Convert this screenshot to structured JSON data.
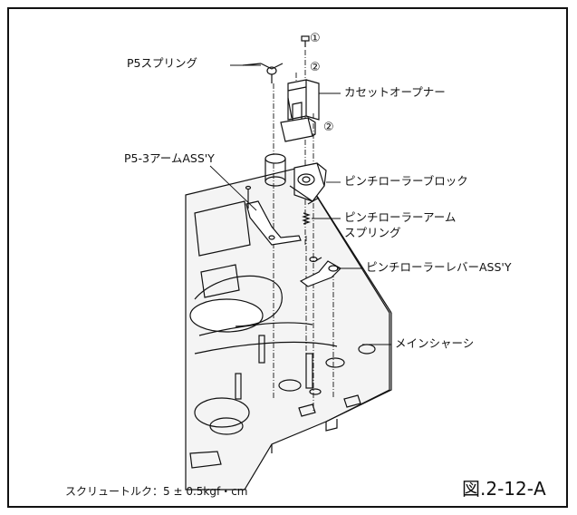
{
  "labels": {
    "p5_spring": "P5スプリング",
    "cassette_opener": "カセットオープナー",
    "p5_3_arm": "P5-3アームASS'Y",
    "pinch_roller_block": "ピンチローラーブロック",
    "pinch_roller_arm_spring_1": "ピンチローラーアーム",
    "pinch_roller_arm_spring_2": "スプリング",
    "pinch_roller_lever": "ピンチローラーレバーASS'Y",
    "main_chassis": "メインシャーシ"
  },
  "callouts": [
    "①",
    "②",
    "②"
  ],
  "torque": "スクリュートルク：5 ± 0.5kgf・cm",
  "figure_number": "図.2-12-A"
}
